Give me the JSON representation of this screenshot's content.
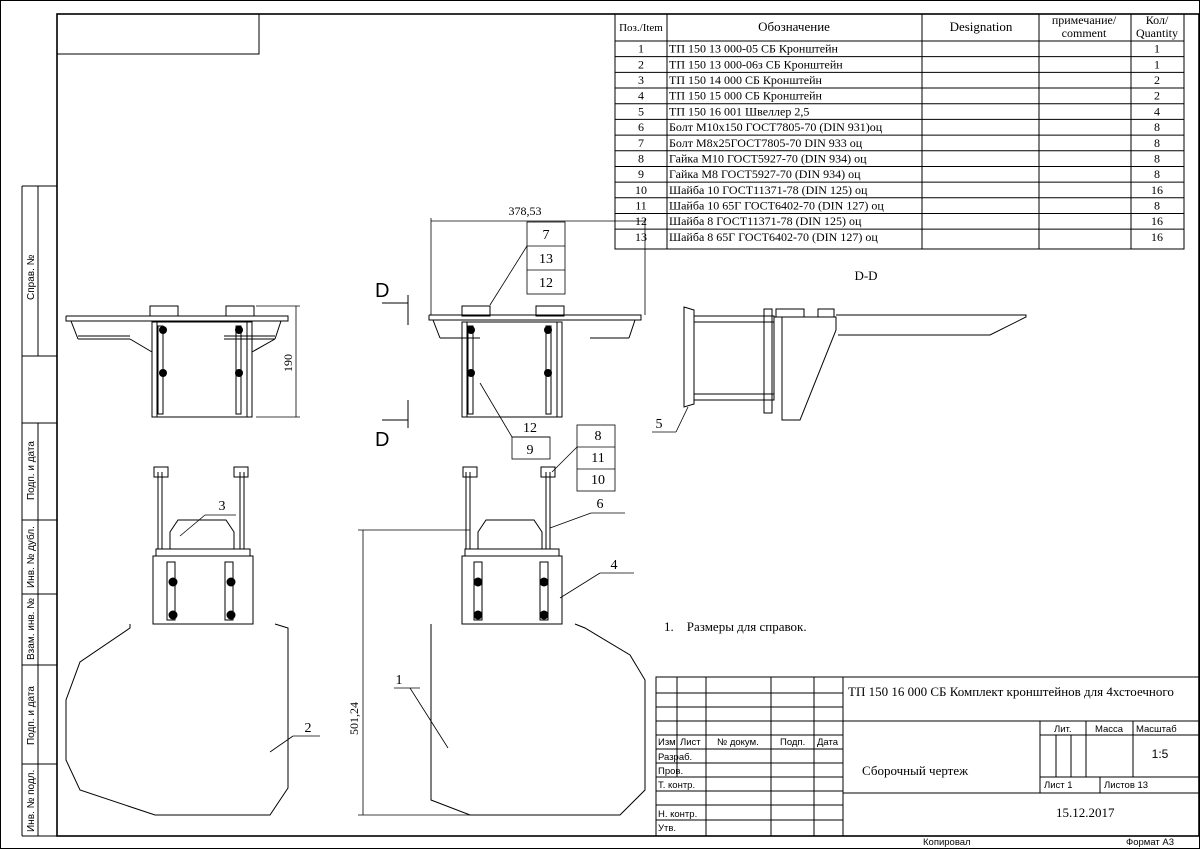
{
  "bom": {
    "headers": [
      "Поз./Item",
      "Обозначение",
      "Designation",
      "примечание/\ncomment",
      "Кол/\nQuantity"
    ],
    "rows": [
      {
        "pos": "1",
        "name": "ТП 150 13 000-05 СБ Кронштейн",
        "qty": "1"
      },
      {
        "pos": "2",
        "name": "ТП 150 13 000-06з СБ Кронштейн",
        "qty": "1"
      },
      {
        "pos": "3",
        "name": "ТП 150 14 000 СБ Кронштейн",
        "qty": "2"
      },
      {
        "pos": "4",
        "name": "ТП 150 15 000 СБ Кронштейн",
        "qty": "2"
      },
      {
        "pos": "5",
        "name": "ТП 150 16 001 Швеллер 2,5",
        "qty": "4"
      },
      {
        "pos": "6",
        "name": "Болт М10х150 ГОСТ7805-70 (DIN 931)оц",
        "qty": "8"
      },
      {
        "pos": "7",
        "name": "Болт М8х25ГОСТ7805-70 DIN 933 оц",
        "qty": "8"
      },
      {
        "pos": "8",
        "name": "Гайка М10 ГОСТ5927-70 (DIN 934) оц",
        "qty": "8"
      },
      {
        "pos": "9",
        "name": "Гайка М8  ГОСТ5927-70 (DIN 934) оц",
        "qty": "8"
      },
      {
        "pos": "10",
        "name": "Шайба 10 ГОСТ11371-78 (DIN 125) оц",
        "qty": "16"
      },
      {
        "pos": "11",
        "name": "Шайба 10 65Г ГОСТ6402-70 (DIN 127) оц",
        "qty": "8"
      },
      {
        "pos": "12",
        "name": "Шайба 8 ГОСТ11371-78 (DIN 125) оц",
        "qty": "16"
      },
      {
        "pos": "13",
        "name": "Шайба 8 65Г ГОСТ6402-70 (DIN 127) оц",
        "qty": "16"
      }
    ]
  },
  "margin_labels": [
    "Справ. №",
    "Подп. и дата",
    "Инв. № дубл.",
    "Взам. инв. №",
    "Подп. и дата",
    "Инв. № подл."
  ],
  "dims": {
    "width": "378,53",
    "height_small": "190",
    "height_big": "501,24"
  },
  "section": {
    "title": "D-D",
    "letter_top": "D",
    "letter_bottom": "D"
  },
  "callouts": {
    "c7": "7",
    "c13": "13",
    "c12a": "12",
    "c12b": "12",
    "c9": "9",
    "c8": "8",
    "c11": "11",
    "c10": "10",
    "c6": "6",
    "c4": "4",
    "c3": "3",
    "c5": "5",
    "c1": "1",
    "c2": "2"
  },
  "note": "1.    Размеры для справок.",
  "title_block": {
    "designation": "ТП 150 16 000 СБ Комплект кронштейнов для 4хстоечного",
    "doc_name": "Сборочный чертеж",
    "izm": "Изм.",
    "list": "Лист",
    "docnum": "№ докум.",
    "podp": "Подп.",
    "data": "Дата",
    "razrab": "Разраб.",
    "prov": "Пров.",
    "tkontr": "Т. контр.",
    "nkontr": "Н. контр.",
    "utv": "Утв.",
    "lit": "Лит.",
    "massa": "Масса",
    "masshtab": "Масштаб",
    "scale": "1:5",
    "sheet": "Лист 1",
    "sheets": "Листов 13",
    "date": "15.12.2017"
  },
  "footer": {
    "copied": "Копировал",
    "format": "Формат А3"
  }
}
